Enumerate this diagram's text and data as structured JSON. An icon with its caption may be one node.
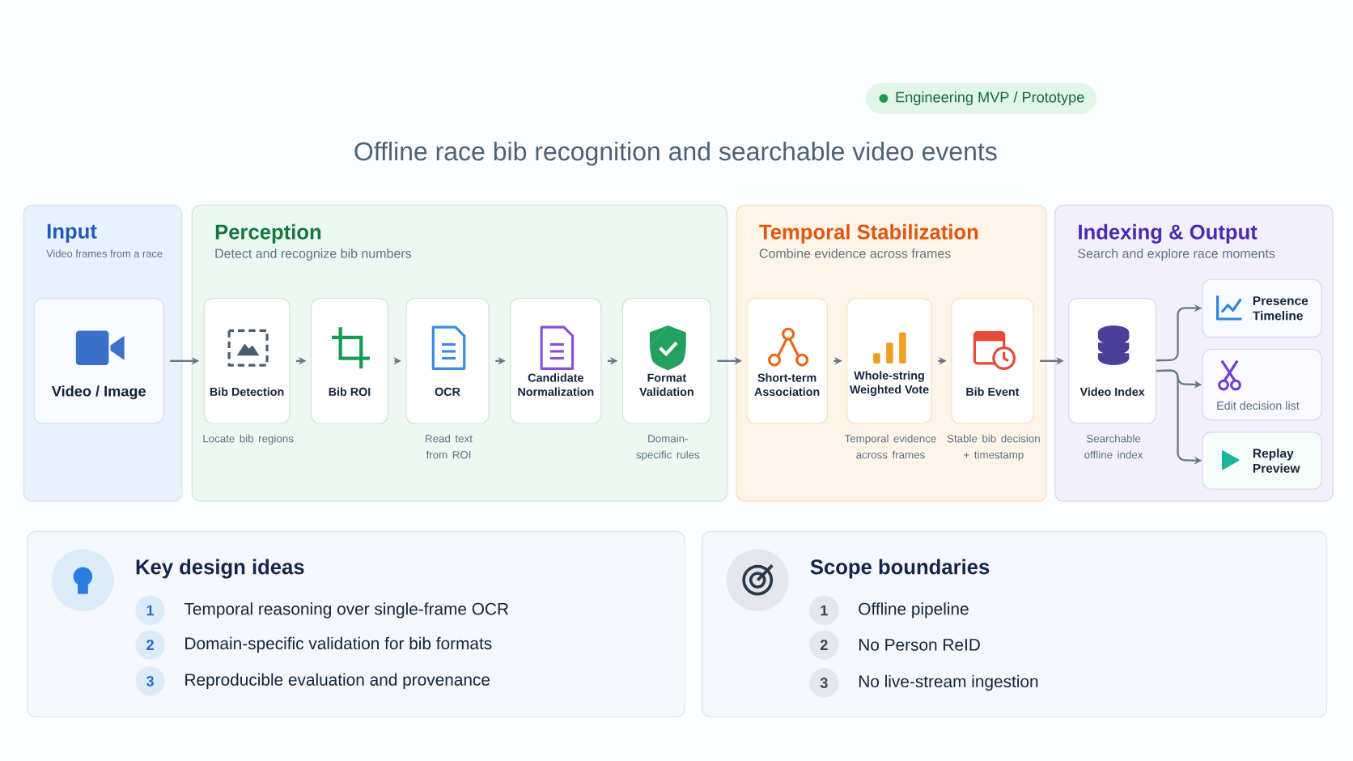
{
  "diagram": {
    "nodes": [
      {
        "text": [
          "Input",
          "Video frames from a race"
        ]
      },
      {
        "text": [
          "Perception",
          "Detect and recognize bib numbers"
        ]
      },
      {
        "text": [
          "Temporal Stabilization",
          "Combine evidence across frames"
        ]
      },
      {
        "text": [
          "Indexing & Output",
          "Search and explore race moments"
        ]
      },
      {
        "text": [
          "Video / Image"
        ],
        "in": 0
      },
      {
        "text": [
          "Bib Detection"
        ],
        "in": 1,
        "beside": [
          "Locate bib regions"
        ]
      },
      {
        "text": [
          "Bib ROI"
        ],
        "in": 1
      },
      {
        "text": [
          "OCR"
        ],
        "in": 1,
        "beside": [
          "Read text from ROI"
        ]
      },
      {
        "text": [
          "Candidate Normalization"
        ],
        "in": 1
      },
      {
        "text": [
          "Format Validation"
        ],
        "in": 1,
        "beside": [
          "Domain-specific rules"
        ]
      },
      {
        "text": [
          "Short-term Association"
        ],
        "in": 2
      },
      {
        "text": [
          "Whole-string Weighted Vote"
        ],
        "in": 2,
        "beside": [
          "Temporal evidence across frames"
        ]
      },
      {
        "text": [
          "Bib Event"
        ],
        "in": 2,
        "beside": [
          "Stable bib decision + timestamp"
        ]
      },
      {
        "text": [
          "Video Index"
        ],
        "in": 3,
        "beside": [
          "Searchable offline index"
        ]
      },
      {
        "text": [
          "Presence Timeline"
        ],
        "in": 3
      },
      {
        "text": [
          "Edit decision list"
        ],
        "in": 3
      },
      {
        "text": [
          "Replay Preview"
        ],
        "in": 3
      },
      {
        "text": [
          "Key design ideas"
        ]
      },
      {
        "text": [
          "Scope boundaries"
        ]
      }
    ],
    "edges": [
      {
        "from": 4,
        "to": 5,
        "arrow": "to"
      },
      {
        "from": 5,
        "to": 6,
        "arrow": "to"
      },
      {
        "from": 6,
        "to": 7,
        "arrow": "to"
      },
      {
        "from": 7,
        "to": 8,
        "arrow": "to"
      },
      {
        "from": 8,
        "to": 9,
        "arrow": "to"
      },
      {
        "from": 9,
        "to": 10,
        "arrow": "to"
      },
      {
        "from": 10,
        "to": 11,
        "arrow": "to"
      },
      {
        "from": 11,
        "to": 12,
        "arrow": "to"
      },
      {
        "from": 12,
        "to": 13,
        "arrow": "to"
      },
      {
        "from": 13,
        "to": 14,
        "arrow": "to"
      },
      {
        "from": 13,
        "to": 15,
        "arrow": "to"
      },
      {
        "from": 13,
        "to": 16,
        "arrow": "to"
      }
    ],
    "labels": [
      "Engineering MVP / Prototype",
      "Offline race bib recognition and searchable video events",
      "1",
      "Temporal reasoning over single-frame OCR",
      "2",
      "Domain-specific validation for bib formats",
      "3",
      "Reproducible evaluation and provenance",
      "1",
      "Offline pipeline",
      "2",
      "No Person ReID",
      "3",
      "No live-stream ingestion"
    ]
  }
}
